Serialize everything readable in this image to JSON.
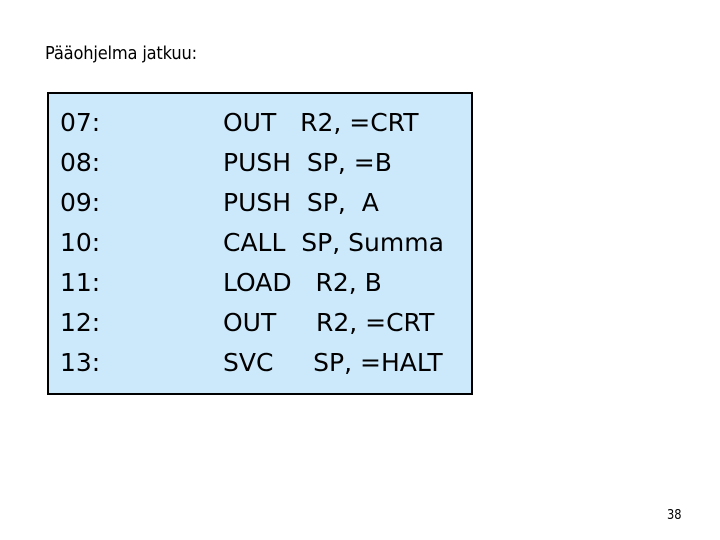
{
  "slide": {
    "title": "Pääohjelma jatkuu:",
    "page_number": "38",
    "background_color": "#ffffff"
  },
  "code_box": {
    "fill_color": "#cce9fb",
    "border_color": "#000000",
    "rows": [
      {
        "label": "07:",
        "instruction": "OUT   R2, =CRT"
      },
      {
        "label": "08:",
        "instruction": "PUSH  SP, =B"
      },
      {
        "label": "09:",
        "instruction": "PUSH  SP,  A"
      },
      {
        "label": "10:",
        "instruction": "CALL  SP, Summa"
      },
      {
        "label": "11:",
        "instruction": "LOAD   R2, B"
      },
      {
        "label": "12:",
        "instruction": "OUT     R2, =CRT"
      },
      {
        "label": "13:",
        "instruction": "SVC     SP, =HALT"
      }
    ]
  }
}
